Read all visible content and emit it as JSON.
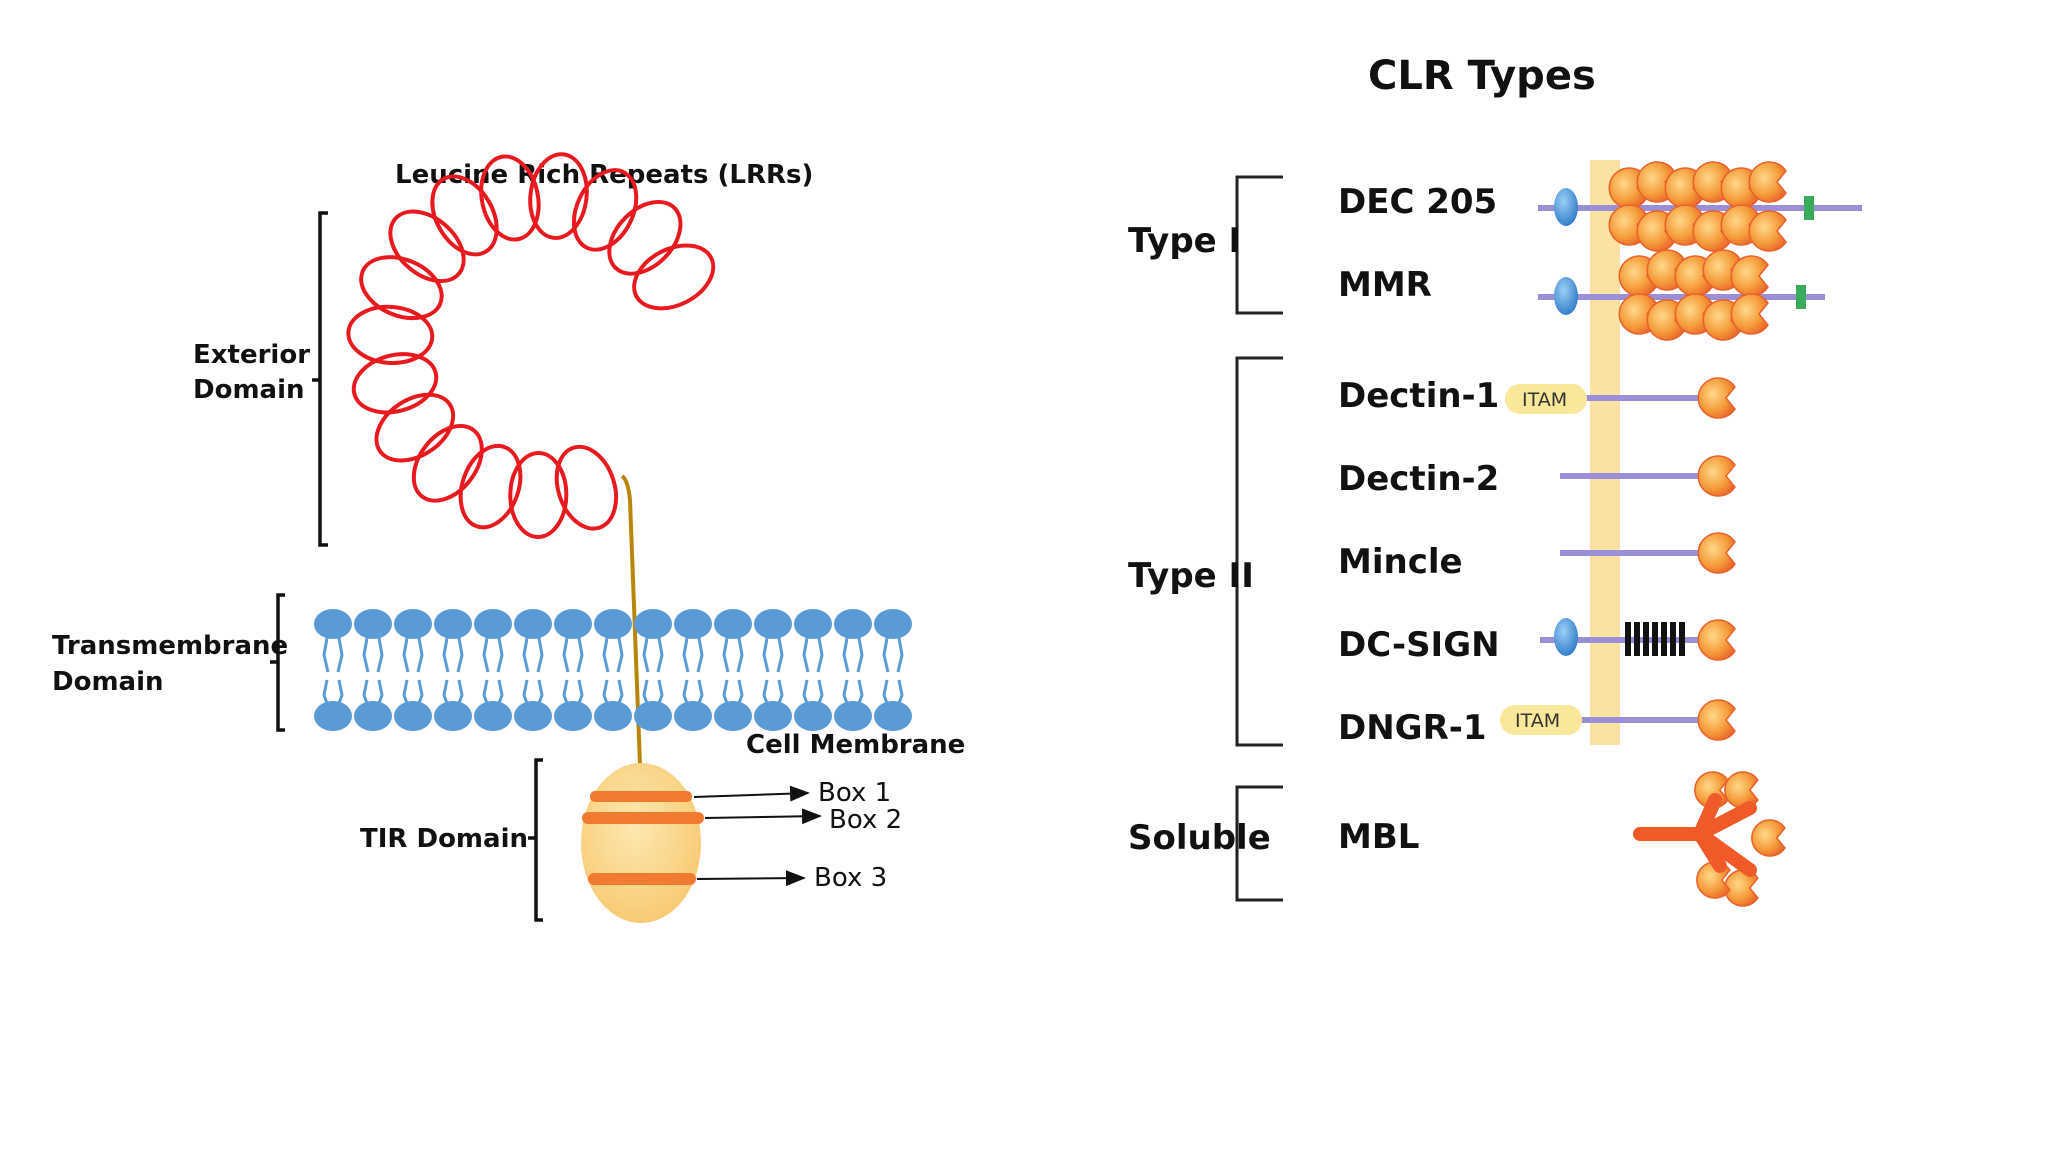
{
  "left_diagram": {
    "lrr_label": "Leucine Rich Repeats (LRRs)",
    "exterior_domain": [
      "Exterior",
      "Domain"
    ],
    "transmembrane_domain": [
      "Transmembrane",
      "Domain"
    ],
    "cell_membrane": "Cell Membrane",
    "tir_domain": "TIR Domain",
    "box1": "Box 1",
    "box2": "Box 2",
    "box3": "Box 3",
    "colors": {
      "coil": "#e8191f",
      "lipid": "#5b9bd5",
      "tir": "#fbd98a",
      "box": "#f07a2f",
      "stalk": "#b8860b"
    }
  },
  "right_diagram": {
    "title": "CLR Types",
    "groups": {
      "type1": "Type I",
      "type2": "Type II",
      "soluble": "Soluble"
    },
    "receptors": {
      "dec205": "DEC 205",
      "mmr": "MMR",
      "dectin1": "Dectin-1",
      "dectin2": "Dectin-2",
      "mincle": "Mincle",
      "dcsign": "DC-SIGN",
      "dngr1": "DNGR-1",
      "mbl": "MBL"
    },
    "itam": "ITAM",
    "colors": {
      "membrane_band": "#fbe1a2",
      "stalk": "#9b8fd8",
      "crd": "#f59b3a",
      "mbl": "#f05a28"
    }
  }
}
